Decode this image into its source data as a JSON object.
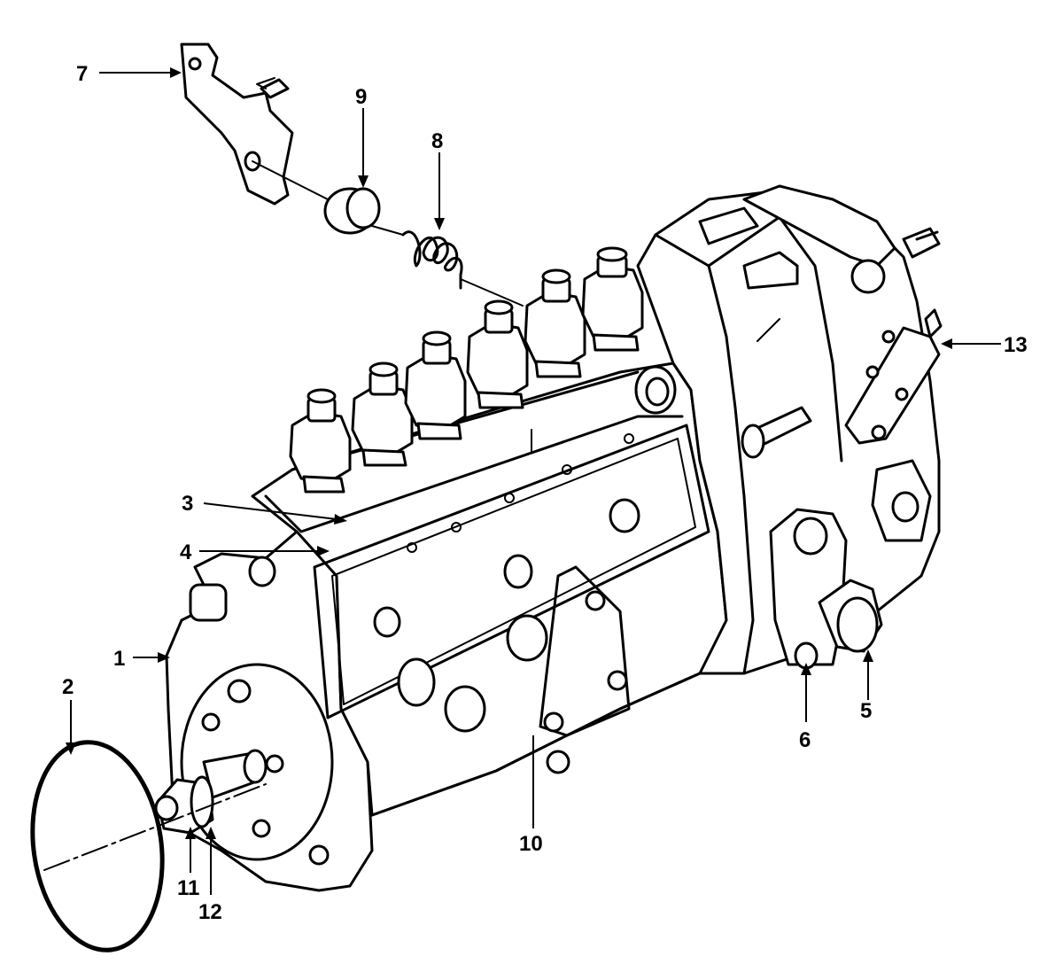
{
  "callouts": [
    {
      "id": "7",
      "text": "7"
    },
    {
      "id": "9",
      "text": "9"
    },
    {
      "id": "8",
      "text": "8"
    },
    {
      "id": "13",
      "text": "13"
    },
    {
      "id": "3",
      "text": "3"
    },
    {
      "id": "4",
      "text": "4"
    },
    {
      "id": "1",
      "text": "1"
    },
    {
      "id": "2",
      "text": "2"
    },
    {
      "id": "11",
      "text": "11"
    },
    {
      "id": "12",
      "text": "12"
    },
    {
      "id": "10",
      "text": "10"
    },
    {
      "id": "6",
      "text": "6"
    },
    {
      "id": "5",
      "text": "5"
    }
  ],
  "colors": {
    "line": "#000000",
    "background": "#ffffff"
  }
}
